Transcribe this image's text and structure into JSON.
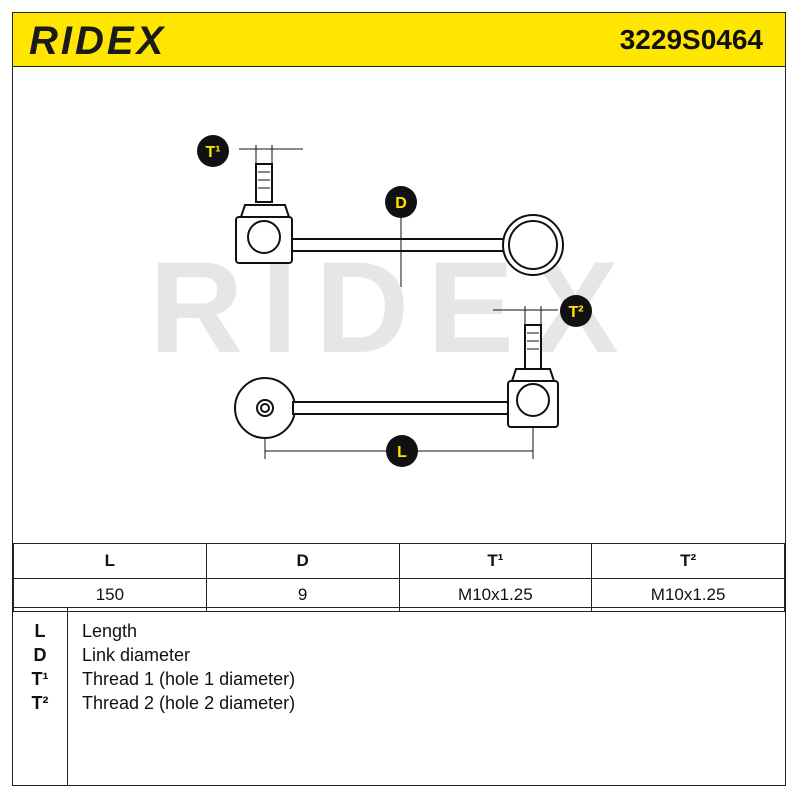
{
  "header": {
    "logo_text": "RIDEX",
    "part_number": "3229S0464"
  },
  "diagram": {
    "watermark": "RIDEX",
    "labels": {
      "t1": "T¹",
      "t2": "T²",
      "d": "D",
      "l": "L"
    }
  },
  "specs": {
    "headers": [
      "L",
      "D",
      "T¹",
      "T²"
    ],
    "values": [
      "150",
      "9",
      "M10x1.25",
      "M10x1.25"
    ]
  },
  "legend": [
    {
      "key": "L",
      "text": "Length"
    },
    {
      "key": "D",
      "text": "Link diameter"
    },
    {
      "key": "T¹",
      "text": "Thread 1 (hole 1 diameter)"
    },
    {
      "key": "T²",
      "text": "Thread 2 (hole 2 diameter)"
    }
  ],
  "colors": {
    "brand_yellow": "#ffe600",
    "label_bubble": "#111111",
    "label_text": "#ffe600",
    "watermark": "#e6e6e6"
  }
}
